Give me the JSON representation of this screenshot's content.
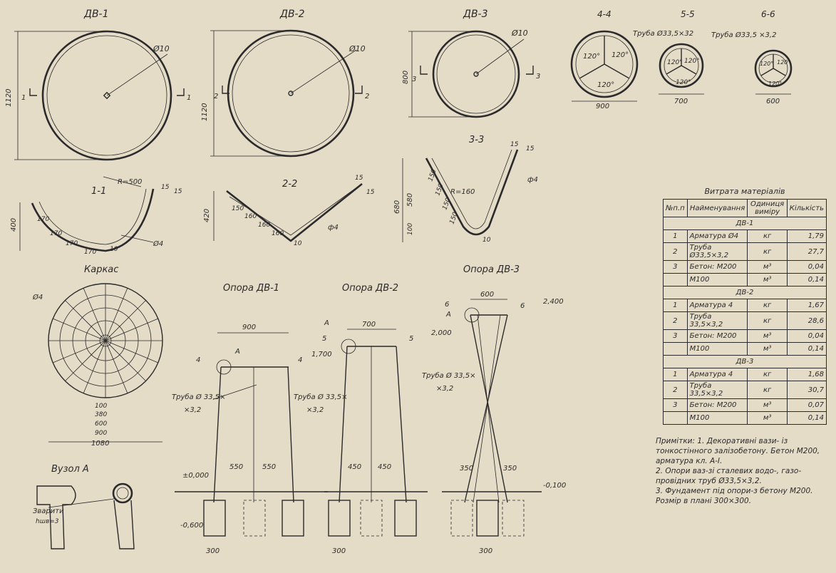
{
  "labels": {
    "dv1": "ДВ-1",
    "dv2": "ДВ-2",
    "dv3": "ДВ-3",
    "s44": "4-4",
    "s55": "5-5",
    "s66": "6-6",
    "s11": "1-1",
    "s22": "2-2",
    "s33": "3-3",
    "karkas": "Каркас",
    "opora_dv1": "Опора ДВ-1",
    "opora_dv2": "Опора ДВ-2",
    "opora_dv3": "Опора ДВ-3",
    "vuzol": "Вузол А"
  },
  "dims": {
    "d10": "Ø10",
    "d1120": "1120",
    "d800": "800",
    "d900": "900",
    "d700": "700",
    "d600": "600",
    "pipe_332": "Труба Ø33,5×32",
    "pipe_3332": "Труба Ø33,5 ×3,2",
    "a120": "120°",
    "r500": "R=500",
    "d400": "400",
    "d420": "420",
    "d680": "680",
    "d580": "580",
    "d100": "100",
    "d170": "170",
    "d150": "150",
    "d160": "160",
    "r160": "R=160",
    "d15": "15",
    "d4": "ф4",
    "d4b": "Ø4",
    "d10b": "10",
    "k100": "100",
    "k380": "380",
    "k600": "600",
    "k900": "900",
    "k1080": "1080",
    "t900": "900",
    "t700": "700",
    "t600": "600",
    "e1700": "1,700",
    "e2000": "2,000",
    "e2400": "2,400",
    "e0": "±0,000",
    "e600": "-0,600",
    "e100": "-0,100",
    "pipe_a": "Труба Ø 33,5×",
    "pipe_b": "×3,2",
    "s550": "550",
    "s450": "450",
    "s350": "350",
    "s300": "300",
    "A": "А",
    "n1": "1",
    "n2": "2",
    "n3": "3",
    "n4": "4",
    "n5": "5",
    "n6": "6",
    "weld_a": "Зварити",
    "weld_b": "hшв=3"
  },
  "table": {
    "title": "Витрата матеріалів",
    "headers": [
      "№п.п",
      "Найменування",
      "Одиниця виміру",
      "Кількість"
    ],
    "groups": [
      {
        "name": "ДВ-1",
        "rows": [
          [
            "1",
            "Арматура Ø4",
            "кг",
            "1,79"
          ],
          [
            "2",
            "Труба Ø33,5×3,2",
            "кг",
            "27,7"
          ],
          [
            "3",
            "Бетон: М200",
            "м³",
            "0,04"
          ],
          [
            "",
            "М100",
            "м³",
            "0,14"
          ]
        ]
      },
      {
        "name": "ДВ-2",
        "rows": [
          [
            "1",
            "Арматура 4",
            "кг",
            "1,67"
          ],
          [
            "2",
            "Труба 33,5×3,2",
            "кг",
            "28,6"
          ],
          [
            "3",
            "Бетон: М200",
            "м³",
            "0,04"
          ],
          [
            "",
            "М100",
            "м³",
            "0,14"
          ]
        ]
      },
      {
        "name": "ДВ-3",
        "rows": [
          [
            "1",
            "Арматура 4",
            "кг",
            "1,68"
          ],
          [
            "2",
            "Труба 33,5×3,2",
            "кг",
            "30,7"
          ],
          [
            "3",
            "Бетон: М200",
            "м³",
            "0,07"
          ],
          [
            "",
            "М100",
            "м³",
            "0,14"
          ]
        ]
      }
    ]
  },
  "notes": [
    "Примітки: 1. Декоративні вази- із тонкостінного залізобетону. Бетон М200, арматура кл. А-І.",
    "2. Опори ваз-зі сталевих водо-, газо- провідних труб Ø33,5×3,2.",
    "3. Фундамент під опори-з бетону М200. Розмір в плані 300×300."
  ],
  "colors": {
    "paper": "#e4dcc6",
    "ink": "#2b2a2c"
  }
}
